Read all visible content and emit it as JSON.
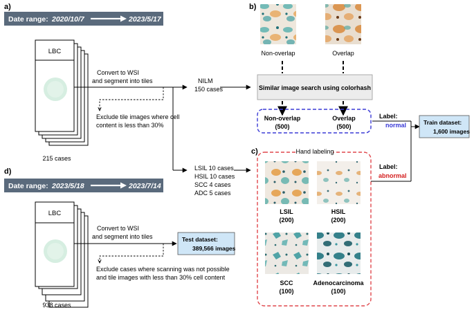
{
  "panel_a": {
    "letter": "a)",
    "banner_prefix": "Date range:",
    "start_date": "2020/10/7",
    "end_date": "2023/5/17",
    "slide_label": "LBC",
    "step_line1": "Convert to WSI",
    "step_line2": "and segment into tiles",
    "exclude_line1": "Exclude tile images where cell",
    "exclude_line2": "content is less than 30%",
    "cases": "215 cases",
    "nilm_line1": "NILM",
    "nilm_line2": "150 cases",
    "abnormal_cases": [
      "LSIL 10 cases",
      "HSIL 10 cases",
      "SCC 4 cases",
      "ADC 5 cases"
    ]
  },
  "panel_b": {
    "letter": "b)",
    "non_overlap_caption": "Non-overlap",
    "overlap_caption": "Overlap",
    "search_box": "Similar image search using colorhash",
    "group_non_overlap": "Non-overlap",
    "group_non_overlap_count": "(500)",
    "group_overlap": "Overlap",
    "group_overlap_count": "(500)",
    "label_prefix": "Label:",
    "label_normal": "normal",
    "train_title": "Train dataset:",
    "train_count": "1,600 images"
  },
  "panel_c": {
    "letter": "c)",
    "title": "Hand labeling",
    "label_prefix": "Label:",
    "label_abnormal": "abnormal",
    "tiles": [
      {
        "name": "LSIL",
        "count": "(200)"
      },
      {
        "name": "HSIL",
        "count": "(200)"
      },
      {
        "name": "SCC",
        "count": "(100)"
      },
      {
        "name": "Adenocarcinoma",
        "count": "(100)"
      }
    ]
  },
  "panel_d": {
    "letter": "d)",
    "banner_prefix": "Date range:",
    "start_date": "2023/5/18",
    "end_date": "2023/7/14",
    "slide_label": "LBC",
    "step_line1": "Convert to WSI",
    "step_line2": "and segment into tiles",
    "exclude_line1": "Exclude cases where scanning was not possible",
    "exclude_line2": "and tile images with less than 30% cell content",
    "cases": "938 cases",
    "test_title": "Test dataset:",
    "test_count": "389,566 images"
  },
  "colors": {
    "banner": "#5a6a7c",
    "dataset_box": "#cfe6f7",
    "dash_blue": "#3a3ad6",
    "dash_red": "#e0474c",
    "normal_text": "#3a3ad6",
    "abnormal_text": "#d42020"
  }
}
